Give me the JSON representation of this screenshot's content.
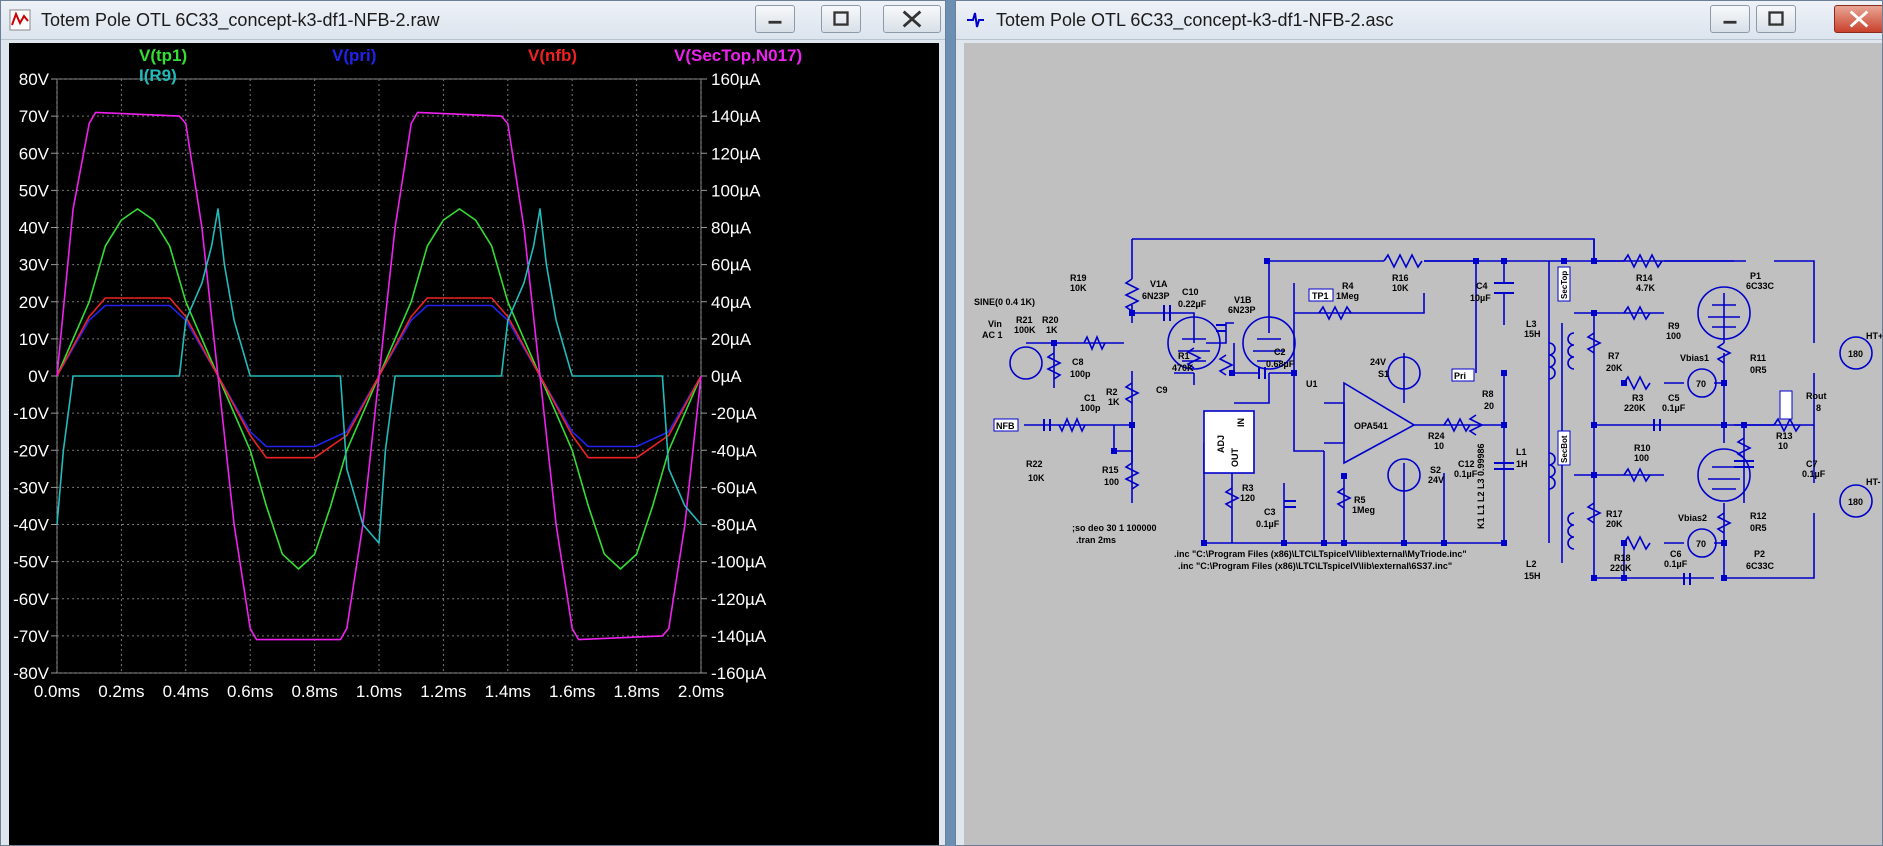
{
  "left_window": {
    "title": "Totem Pole OTL 6C33_concept-k3-df1-NFB-2.raw",
    "icon": "waveform-icon"
  },
  "right_window": {
    "title": "Totem Pole OTL 6C33_concept-k3-df1-NFB-2.asc",
    "icon": "schematic-icon"
  },
  "traces": {
    "tp1": "V(tp1)",
    "pri": "V(pri)",
    "nfb": "V(nfb)",
    "sectop": "V(SecTop,N017)",
    "r9": "I(R9)"
  },
  "colors": {
    "tp1": "#33dd33",
    "pri": "#2222ee",
    "nfb": "#ee2222",
    "sectop": "#ee22ee",
    "r9": "#22bbbb",
    "schematic": "#0000cc"
  },
  "chart_data": {
    "type": "line",
    "x_unit": "ms",
    "xlim": [
      0,
      2
    ],
    "x_ticks": [
      "0.0ms",
      "0.2ms",
      "0.4ms",
      "0.6ms",
      "0.8ms",
      "1.0ms",
      "1.2ms",
      "1.4ms",
      "1.6ms",
      "1.8ms",
      "2.0ms"
    ],
    "ylim_left": [
      -80,
      80
    ],
    "y_ticks_left": [
      "80V",
      "70V",
      "60V",
      "50V",
      "40V",
      "30V",
      "20V",
      "10V",
      "0V",
      "-10V",
      "-20V",
      "-30V",
      "-40V",
      "-50V",
      "-60V",
      "-70V",
      "-80V"
    ],
    "ylim_right": [
      -160,
      160
    ],
    "y_ticks_right": [
      "160µA",
      "140µA",
      "120µA",
      "100µA",
      "80µA",
      "60µA",
      "40µA",
      "20µA",
      "0µA",
      "-20µA",
      "-40µA",
      "-60µA",
      "-80µA",
      "-100µA",
      "-120µA",
      "-140µA",
      "-160µA"
    ],
    "grid": true,
    "series": [
      {
        "name": "V(tp1)",
        "axis": "left",
        "x": [
          0,
          0.1,
          0.15,
          0.2,
          0.25,
          0.3,
          0.35,
          0.4,
          0.5,
          0.6,
          0.65,
          0.7,
          0.75,
          0.8,
          0.85,
          0.9,
          1.0,
          1.1,
          1.15,
          1.2,
          1.25,
          1.3,
          1.35,
          1.4,
          1.5,
          1.6,
          1.65,
          1.7,
          1.75,
          1.8,
          1.85,
          1.9,
          2.0
        ],
        "y": [
          0,
          20,
          35,
          42,
          45,
          42,
          35,
          20,
          0,
          -20,
          -35,
          -48,
          -52,
          -48,
          -35,
          -20,
          0,
          20,
          35,
          42,
          45,
          42,
          35,
          20,
          0,
          -20,
          -35,
          -48,
          -52,
          -48,
          -35,
          -20,
          0
        ]
      },
      {
        "name": "V(pri)",
        "axis": "left",
        "x": [
          0,
          0.1,
          0.15,
          0.2,
          0.35,
          0.4,
          0.5,
          0.6,
          0.65,
          0.8,
          0.9,
          1.0,
          1.1,
          1.15,
          1.2,
          1.35,
          1.4,
          1.5,
          1.6,
          1.65,
          1.8,
          1.9,
          2.0
        ],
        "y": [
          0,
          15,
          19,
          19,
          19,
          15,
          0,
          -15,
          -19,
          -19,
          -15,
          0,
          15,
          19,
          19,
          19,
          15,
          0,
          -15,
          -19,
          -19,
          -15,
          0
        ]
      },
      {
        "name": "V(nfb)",
        "axis": "left",
        "x": [
          0,
          0.1,
          0.15,
          0.2,
          0.35,
          0.4,
          0.5,
          0.6,
          0.65,
          0.8,
          0.9,
          1.0,
          1.1,
          1.15,
          1.2,
          1.35,
          1.4,
          1.5,
          1.6,
          1.65,
          1.8,
          1.9,
          2.0
        ],
        "y": [
          0,
          16,
          21,
          21,
          21,
          16,
          0,
          -16,
          -22,
          -22,
          -16,
          0,
          16,
          21,
          21,
          21,
          16,
          0,
          -16,
          -22,
          -22,
          -16,
          0
        ]
      },
      {
        "name": "V(SecTop,N017)",
        "axis": "left",
        "x": [
          0,
          0.05,
          0.1,
          0.12,
          0.38,
          0.4,
          0.45,
          0.5,
          0.55,
          0.6,
          0.62,
          0.88,
          0.9,
          0.95,
          1.0,
          1.05,
          1.1,
          1.12,
          1.38,
          1.4,
          1.45,
          1.5,
          1.55,
          1.6,
          1.62,
          1.88,
          1.9,
          1.95,
          2.0
        ],
        "y": [
          0,
          45,
          68,
          71,
          70,
          68,
          40,
          0,
          -40,
          -68,
          -71,
          -71,
          -68,
          -40,
          0,
          40,
          68,
          71,
          70,
          68,
          40,
          0,
          -40,
          -68,
          -71,
          -70,
          -68,
          -40,
          0
        ]
      },
      {
        "name": "I(R9)",
        "axis": "right",
        "x": [
          0,
          0.02,
          0.05,
          0.1,
          0.3,
          0.35,
          0.38,
          0.4,
          0.45,
          0.48,
          0.5,
          0.52,
          0.55,
          0.6,
          0.62,
          0.8,
          0.88,
          0.9,
          0.95,
          1.0,
          1.02,
          1.05,
          1.1,
          1.3,
          1.35,
          1.38,
          1.4,
          1.45,
          1.48,
          1.5,
          1.52,
          1.55,
          1.6,
          1.62,
          1.8,
          1.88,
          1.9,
          1.95,
          2.0
        ],
        "y": [
          -80,
          -40,
          0,
          0,
          0,
          0,
          0,
          30,
          50,
          70,
          90,
          60,
          30,
          0,
          0,
          0,
          0,
          -50,
          -80,
          -90,
          -40,
          0,
          0,
          0,
          0,
          0,
          30,
          50,
          70,
          90,
          60,
          30,
          0,
          0,
          0,
          0,
          -50,
          -70,
          -80
        ]
      }
    ]
  },
  "schematic": {
    "labels": {
      "sine": "SINE(0 0.4 1K)",
      "vin": "Vin",
      "vin_ac": "AC 1",
      "r21": "R21",
      "r21v": "100K",
      "r20": "R20",
      "r20v": "1K",
      "r19": "R19",
      "r19v": "10K",
      "v1a": "V1A",
      "v1a_t": "6N23P",
      "c10": "C10",
      "c10v": "0.22µF",
      "v1b": "V1B",
      "v1b_t": "6N23P",
      "c8": "C8",
      "c8v": "100p",
      "r1": "R1",
      "r1v": "470K",
      "r2": "R2",
      "r2v": "1K",
      "c9": "C9",
      "c1": "C1",
      "c1v": "100p",
      "nfb": "NFB",
      "r22": "R22",
      "r22v": "10K",
      "r15": "R15",
      "r15v": "100",
      "c2": "C2",
      "c2v": "0.68µF",
      "tp1": "TP1",
      "r4": "R4",
      "r4v": "1Meg",
      "r16": "R16",
      "r16v": "10K",
      "c4": "C4",
      "c4v": "10µF",
      "r14": "R14",
      "r14v": "4.7K",
      "p1": "P1",
      "p1t": "6C33C",
      "u1": "U1",
      "opa": "OPA541",
      "v24": "24V",
      "s1": "S1",
      "s2": "S2",
      "v24b": "24V",
      "r24": "R24",
      "r24v": "10",
      "c12": "C12",
      "c12v": "0.1µF",
      "r8": "R8",
      "r8v": "20",
      "pri": "Pri",
      "l1": "L1",
      "l1v": "1H",
      "k1": "K1 L1 L2 L3 0.99986",
      "l3": "L3",
      "l3v": "15H",
      "l2": "L2",
      "l2v": "15H",
      "sectop": "SecTop",
      "secbot": "SecBot",
      "r7": "R7",
      "r7v": "20K",
      "r9": "R9",
      "r9v": "100",
      "vbias1": "Vbias1",
      "vb1v": "70",
      "r11": "R11",
      "r11v": "0R5",
      "r3": "R3",
      "r3v": "220K",
      "c5": "C5",
      "c5v": "0.1µF",
      "r13": "R13",
      "r13v": "10",
      "c7": "C7",
      "c7v": "0.1µF",
      "rout": "Rout",
      "routv": "8",
      "r10": "R10",
      "r10v": "100",
      "r17": "R17",
      "r17v": "20K",
      "vbias2": "Vbias2",
      "vb2v": "70",
      "r12": "R12",
      "r12v": "0R5",
      "r18": "R18",
      "r18v": "220K",
      "c6": "C6",
      "c6v": "0.1µF",
      "p2": "P2",
      "p2t": "6C33C",
      "r3b": "R3",
      "r3bv": "120",
      "c3": "C3",
      "c3v": "0.1µF",
      "r5": "R5",
      "r5v": "1Meg",
      "adj": "ADJ",
      "out": "OUT",
      "in": "IN",
      "ht_plus": "HT+",
      "ht_minus": "HT-",
      "ht1v": "180",
      "ht2v": "180",
      "opt": ";so deo 30 1 100000",
      "tran": ".tran 2ms",
      "inc1": ".inc \"C:\\Program Files (x86)\\LTC\\LTspiceIV\\lib\\external\\MyTriode.inc\"",
      "inc2": ".inc \"C:\\Program Files (x86)\\LTC\\LTspiceIV\\lib\\external\\6S37.inc\""
    }
  }
}
